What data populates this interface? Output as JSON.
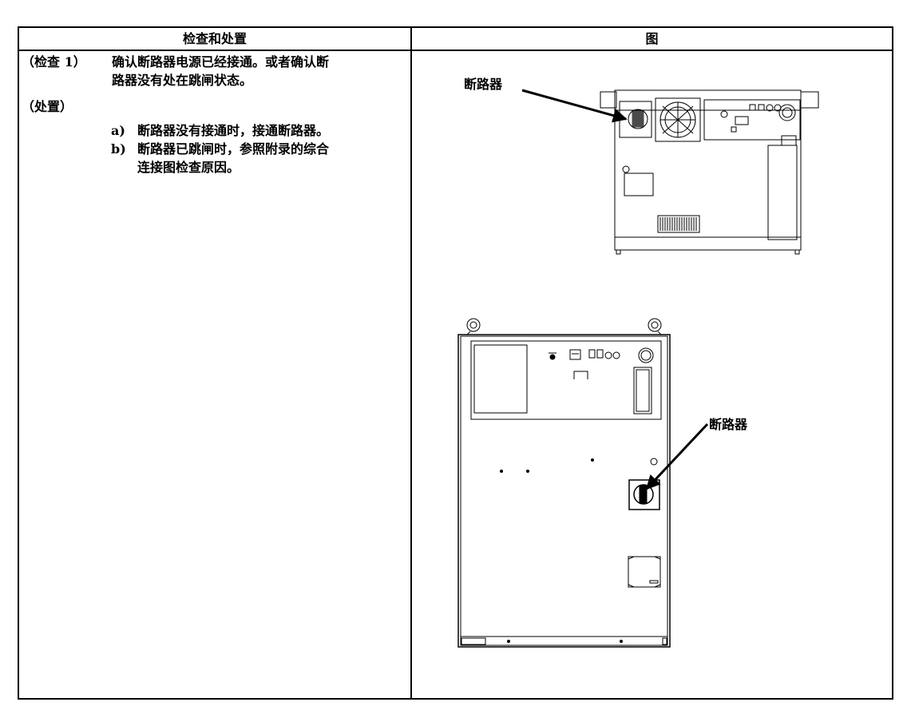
{
  "table": {
    "header_left": "检查和处置",
    "header_right": "图"
  },
  "check": {
    "tag": "（检查 1）",
    "text_line1": "确认断路器电源已经接通。或者确认断",
    "text_line2": "路器没有处在跳闸状态。"
  },
  "action": {
    "tag": "（处置）",
    "items": [
      {
        "marker": "a)",
        "line1": "断路器没有接通时，接通断路器。"
      },
      {
        "marker": "b)",
        "line1": "断路器已跳闸时，参照附录的综合",
        "line2": "连接图检查原因。"
      }
    ]
  },
  "figures": {
    "label_top": "断路器",
    "label_bottom": "断路器"
  }
}
